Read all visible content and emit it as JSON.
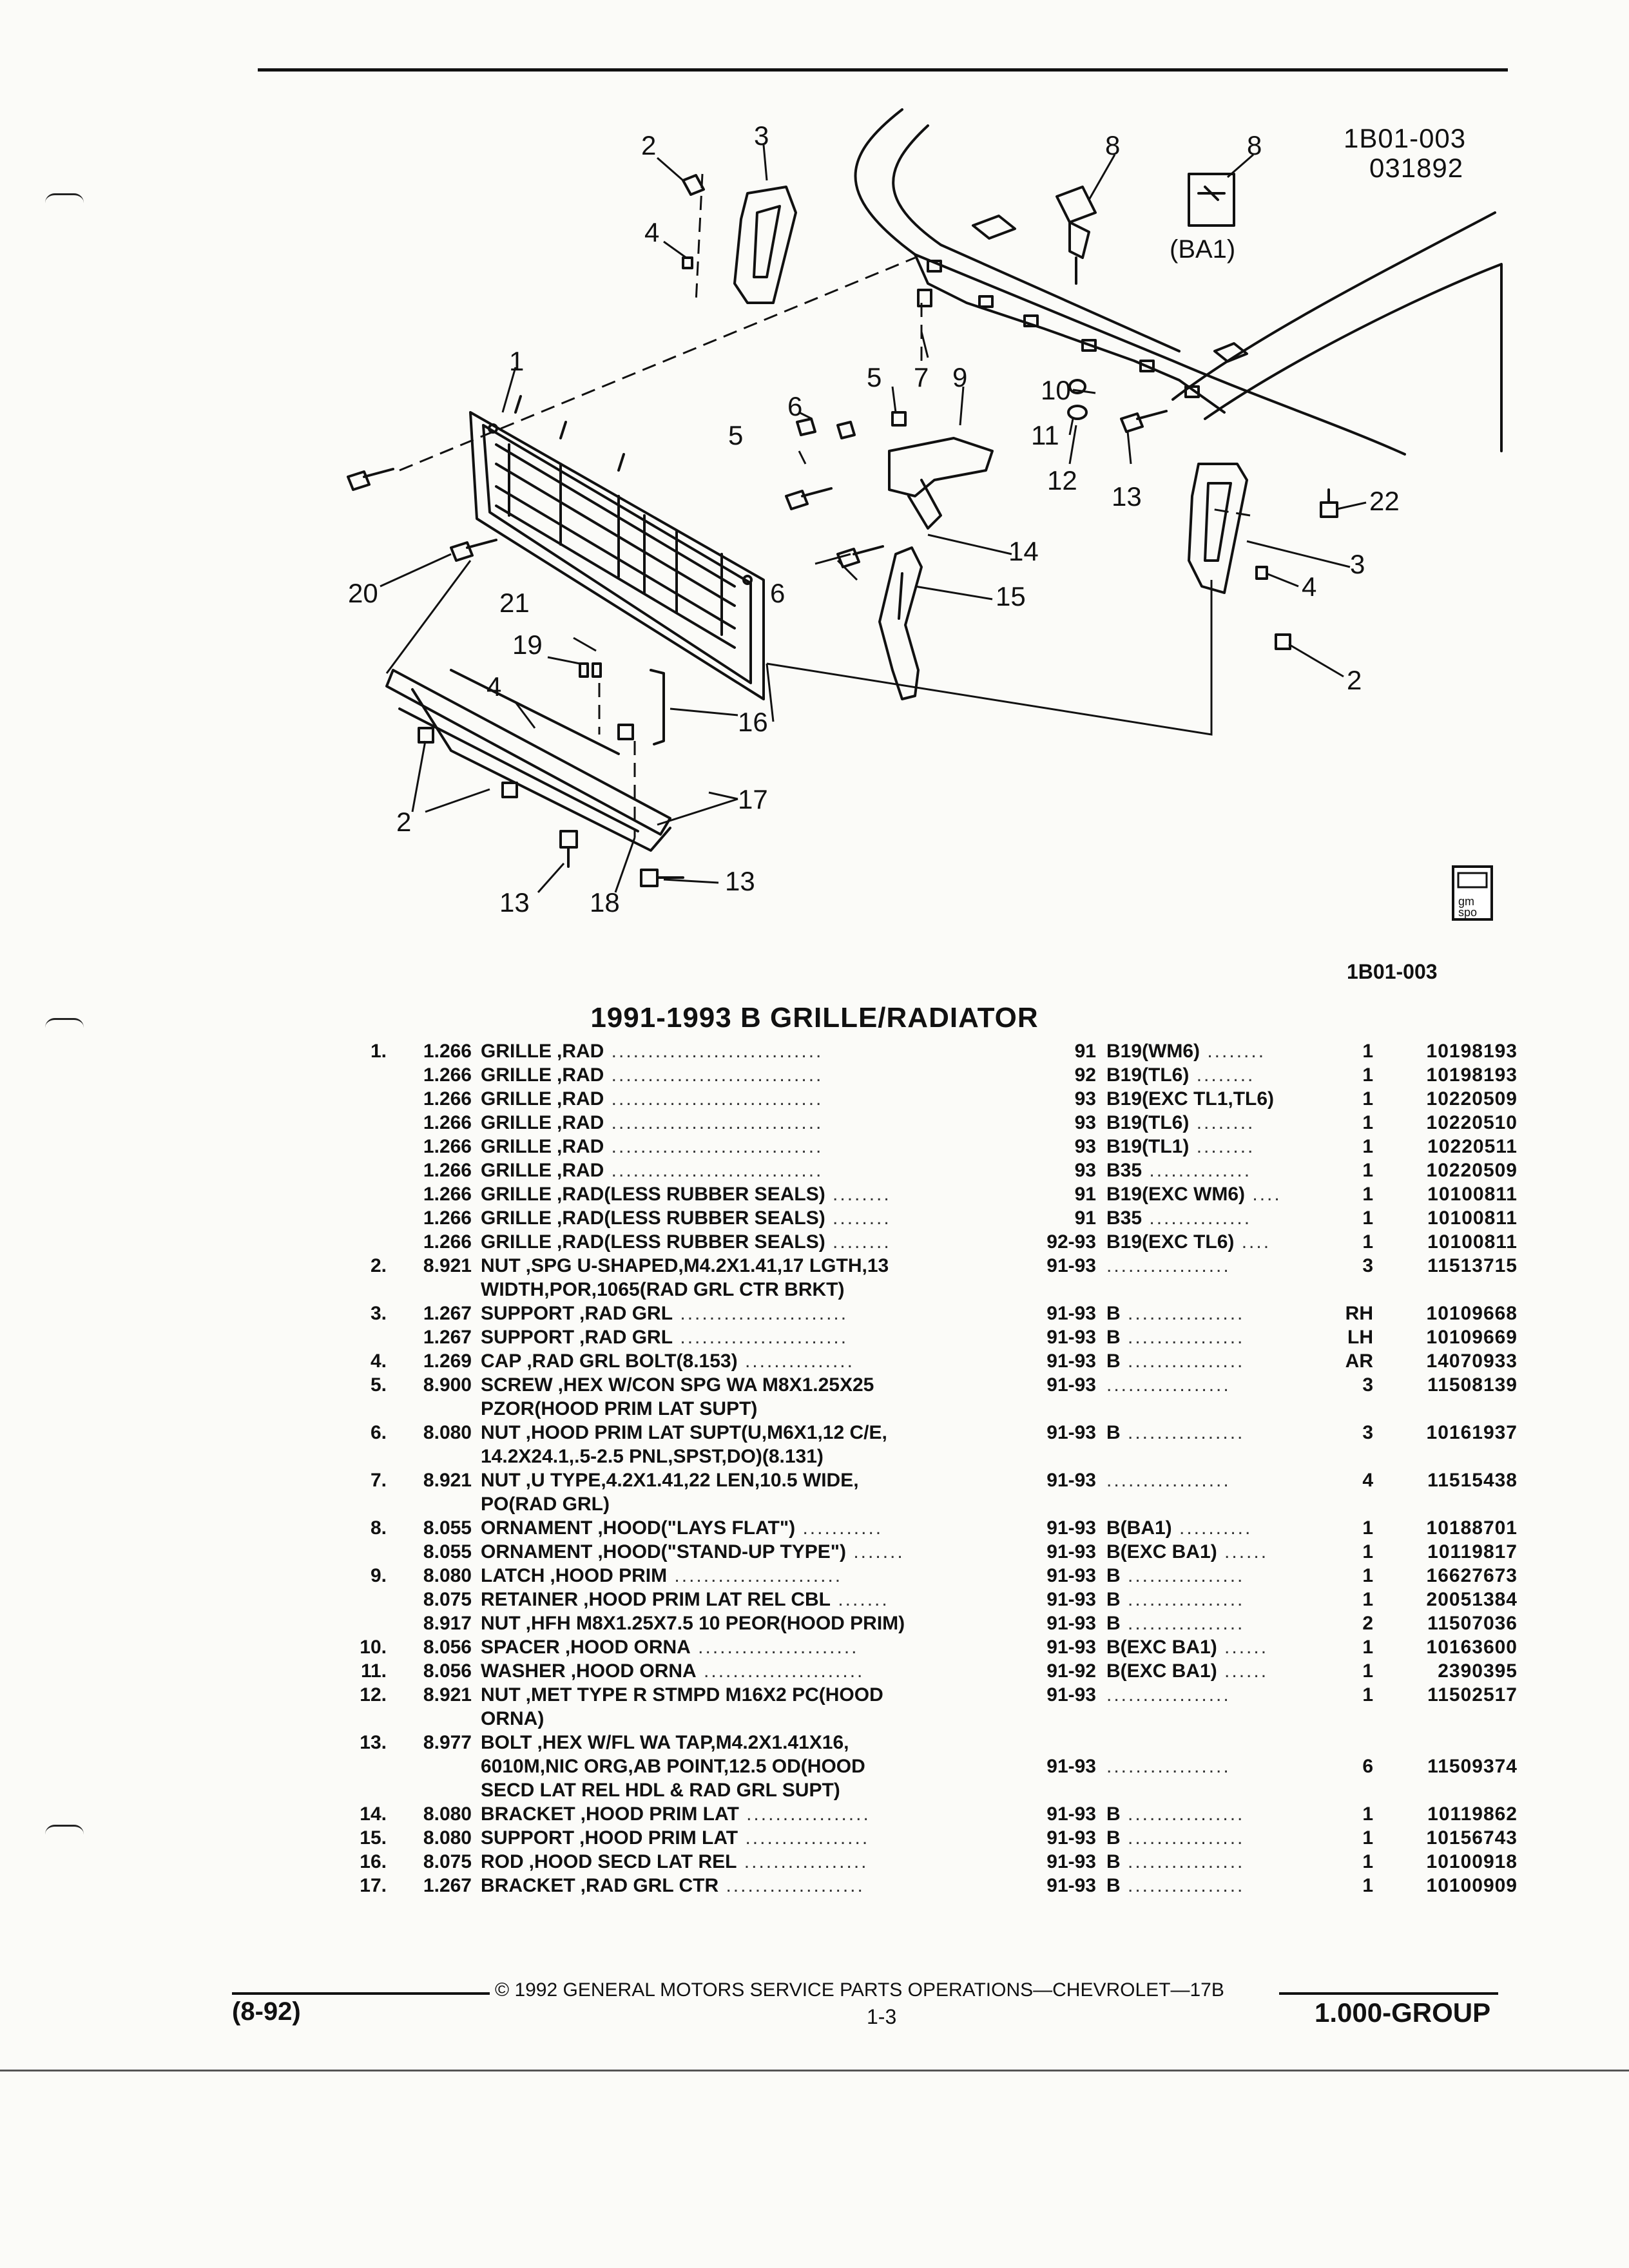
{
  "header": {
    "sheet_code": "1B01-003",
    "sheet_date": "031892",
    "option_tag": "(BA1)"
  },
  "figure": {
    "callouts": [
      "1",
      "2",
      "3",
      "4",
      "5",
      "6",
      "7",
      "8",
      "9",
      "10",
      "11",
      "12",
      "13",
      "14",
      "15",
      "16",
      "17",
      "18",
      "19",
      "20",
      "21",
      "22"
    ],
    "code": "1B01-003",
    "title": "1991-1993 B GRILLE/RADIATOR",
    "logo_text": "gm spo"
  },
  "parts": [
    {
      "ref": "1.",
      "grp": "1.266",
      "noun": "GRILLE",
      "desc": ",RAD",
      "dots": true,
      "yr": "91",
      "mdl": "B19(WM6)",
      "mdots": true,
      "qty": "1",
      "pn": "10198193"
    },
    {
      "ref": "",
      "grp": "1.266",
      "noun": "GRILLE",
      "desc": ",RAD",
      "dots": true,
      "yr": "92",
      "mdl": "B19(TL6)",
      "mdots": true,
      "qty": "1",
      "pn": "10198193"
    },
    {
      "ref": "",
      "grp": "1.266",
      "noun": "GRILLE",
      "desc": ",RAD",
      "dots": true,
      "yr": "93",
      "mdl": "B19(EXC TL1,TL6)",
      "mdots": false,
      "qty": "1",
      "pn": "10220509"
    },
    {
      "ref": "",
      "grp": "1.266",
      "noun": "GRILLE",
      "desc": ",RAD",
      "dots": true,
      "yr": "93",
      "mdl": "B19(TL6)",
      "mdots": true,
      "qty": "1",
      "pn": "10220510"
    },
    {
      "ref": "",
      "grp": "1.266",
      "noun": "GRILLE",
      "desc": ",RAD",
      "dots": true,
      "yr": "93",
      "mdl": "B19(TL1)",
      "mdots": true,
      "qty": "1",
      "pn": "10220511"
    },
    {
      "ref": "",
      "grp": "1.266",
      "noun": "GRILLE",
      "desc": ",RAD",
      "dots": true,
      "yr": "93",
      "mdl": "B35",
      "mdots": true,
      "qty": "1",
      "pn": "10220509"
    },
    {
      "ref": "",
      "grp": "1.266",
      "noun": "GRILLE",
      "desc": ",RAD(LESS RUBBER SEALS)",
      "dots": true,
      "yr": "91",
      "mdl": "B19(EXC WM6)",
      "mdots": true,
      "qty": "1",
      "pn": "10100811"
    },
    {
      "ref": "",
      "grp": "1.266",
      "noun": "GRILLE",
      "desc": ",RAD(LESS RUBBER SEALS)",
      "dots": true,
      "yr": "91",
      "mdl": "B35",
      "mdots": true,
      "qty": "1",
      "pn": "10100811"
    },
    {
      "ref": "",
      "grp": "1.266",
      "noun": "GRILLE",
      "desc": ",RAD(LESS RUBBER SEALS)",
      "dots": true,
      "yr": "92-93",
      "mdl": "B19(EXC TL6)",
      "mdots": true,
      "qty": "1",
      "pn": "10100811"
    },
    {
      "ref": "2.",
      "grp": "8.921",
      "noun": "NUT",
      "desc": ",SPG U-SHAPED,M4.2X1.41,17 LGTH,13",
      "dots": false,
      "yr": "91-93",
      "mdl": "",
      "mdots": true,
      "qty": "3",
      "pn": "11513715"
    },
    {
      "ref": "",
      "grp": "",
      "noun": "",
      "desc": "WIDTH,POR,1065(RAD GRL CTR BRKT)",
      "dots": false,
      "yr": "",
      "mdl": "",
      "mdots": false,
      "qty": "",
      "pn": ""
    },
    {
      "ref": "3.",
      "grp": "1.267",
      "noun": "SUPPORT",
      "desc": ",RAD GRL",
      "dots": true,
      "yr": "91-93",
      "mdl": "B",
      "mdots": true,
      "qty": "RH",
      "pn": "10109668"
    },
    {
      "ref": "",
      "grp": "1.267",
      "noun": "SUPPORT",
      "desc": ",RAD GRL",
      "dots": true,
      "yr": "91-93",
      "mdl": "B",
      "mdots": true,
      "qty": "LH",
      "pn": "10109669"
    },
    {
      "ref": "4.",
      "grp": "1.269",
      "noun": "CAP",
      "desc": ",RAD GRL BOLT(8.153)",
      "dots": true,
      "yr": "91-93",
      "mdl": "B",
      "mdots": true,
      "qty": "AR",
      "pn": "14070933"
    },
    {
      "ref": "5.",
      "grp": "8.900",
      "noun": "SCREW",
      "desc": ",HEX W/CON SPG WA M8X1.25X25",
      "dots": false,
      "yr": "91-93",
      "mdl": "",
      "mdots": true,
      "qty": "3",
      "pn": "11508139"
    },
    {
      "ref": "",
      "grp": "",
      "noun": "",
      "desc": "PZOR(HOOD PRIM LAT SUPT)",
      "dots": false,
      "yr": "",
      "mdl": "",
      "mdots": false,
      "qty": "",
      "pn": ""
    },
    {
      "ref": "6.",
      "grp": "8.080",
      "noun": "NUT",
      "desc": ",HOOD PRIM LAT SUPT(U,M6X1,12 C/E,",
      "dots": false,
      "yr": "91-93",
      "mdl": "B",
      "mdots": true,
      "qty": "3",
      "pn": "10161937"
    },
    {
      "ref": "",
      "grp": "",
      "noun": "",
      "desc": "14.2X24.1,.5-2.5 PNL,SPST,DO)(8.131)",
      "dots": false,
      "yr": "",
      "mdl": "",
      "mdots": false,
      "qty": "",
      "pn": ""
    },
    {
      "ref": "7.",
      "grp": "8.921",
      "noun": "NUT",
      "desc": ",U TYPE,4.2X1.41,22 LEN,10.5 WIDE,",
      "dots": false,
      "yr": "91-93",
      "mdl": "",
      "mdots": true,
      "qty": "4",
      "pn": "11515438"
    },
    {
      "ref": "",
      "grp": "",
      "noun": "",
      "desc": "PO(RAD GRL)",
      "dots": false,
      "yr": "",
      "mdl": "",
      "mdots": false,
      "qty": "",
      "pn": ""
    },
    {
      "ref": "8.",
      "grp": "8.055",
      "noun": "ORNAMENT",
      "desc": ",HOOD(\"LAYS FLAT\")",
      "dots": true,
      "yr": "91-93",
      "mdl": "B(BA1)",
      "mdots": true,
      "qty": "1",
      "pn": "10188701"
    },
    {
      "ref": "",
      "grp": "8.055",
      "noun": "ORNAMENT",
      "desc": ",HOOD(\"STAND-UP TYPE\")",
      "dots": true,
      "yr": "91-93",
      "mdl": "B(EXC BA1)",
      "mdots": true,
      "qty": "1",
      "pn": "10119817"
    },
    {
      "ref": "9.",
      "grp": "8.080",
      "noun": "LATCH",
      "desc": ",HOOD PRIM",
      "dots": true,
      "yr": "91-93",
      "mdl": "B",
      "mdots": true,
      "qty": "1",
      "pn": "16627673"
    },
    {
      "ref": "",
      "grp": "8.075",
      "noun": "RETAINER",
      "desc": ",HOOD PRIM LAT REL CBL",
      "dots": true,
      "yr": "91-93",
      "mdl": "B",
      "mdots": true,
      "qty": "1",
      "pn": "20051384"
    },
    {
      "ref": "",
      "grp": "8.917",
      "noun": "NUT",
      "desc": ",HFH M8X1.25X7.5 10 PEOR(HOOD PRIM)",
      "dots": false,
      "yr": "91-93",
      "mdl": "B",
      "mdots": true,
      "qty": "2",
      "pn": "11507036"
    },
    {
      "ref": "10.",
      "grp": "8.056",
      "noun": "SPACER",
      "desc": ",HOOD ORNA",
      "dots": true,
      "yr": "91-93",
      "mdl": "B(EXC BA1)",
      "mdots": true,
      "qty": "1",
      "pn": "10163600"
    },
    {
      "ref": "11.",
      "grp": "8.056",
      "noun": "WASHER",
      "desc": ",HOOD ORNA",
      "dots": true,
      "yr": "91-92",
      "mdl": "B(EXC BA1)",
      "mdots": true,
      "qty": "1",
      "pn": "2390395"
    },
    {
      "ref": "12.",
      "grp": "8.921",
      "noun": "NUT",
      "desc": ",MET TYPE R STMPD M16X2 PC(HOOD",
      "dots": false,
      "yr": "91-93",
      "mdl": "",
      "mdots": true,
      "qty": "1",
      "pn": "11502517"
    },
    {
      "ref": "",
      "grp": "",
      "noun": "",
      "desc": "ORNA)",
      "dots": false,
      "yr": "",
      "mdl": "",
      "mdots": false,
      "qty": "",
      "pn": ""
    },
    {
      "ref": "13.",
      "grp": "8.977",
      "noun": "BOLT",
      "desc": ",HEX W/FL WA TAP,M4.2X1.41X16,",
      "dots": false,
      "yr": "",
      "mdl": "",
      "mdots": false,
      "qty": "",
      "pn": ""
    },
    {
      "ref": "",
      "grp": "",
      "noun": "",
      "desc": "6010M,NIC ORG,AB POINT,12.5 OD(HOOD",
      "dots": false,
      "yr": "91-93",
      "mdl": "",
      "mdots": true,
      "qty": "6",
      "pn": "11509374"
    },
    {
      "ref": "",
      "grp": "",
      "noun": "",
      "desc": "SECD LAT REL HDL & RAD GRL SUPT)",
      "dots": false,
      "yr": "",
      "mdl": "",
      "mdots": false,
      "qty": "",
      "pn": ""
    },
    {
      "ref": "14.",
      "grp": "8.080",
      "noun": "BRACKET",
      "desc": ",HOOD PRIM LAT",
      "dots": true,
      "yr": "91-93",
      "mdl": "B",
      "mdots": true,
      "qty": "1",
      "pn": "10119862"
    },
    {
      "ref": "15.",
      "grp": "8.080",
      "noun": "SUPPORT",
      "desc": ",HOOD PRIM LAT",
      "dots": true,
      "yr": "91-93",
      "mdl": "B",
      "mdots": true,
      "qty": "1",
      "pn": "10156743"
    },
    {
      "ref": "16.",
      "grp": "8.075",
      "noun": "ROD",
      "desc": ",HOOD SECD LAT REL",
      "dots": true,
      "yr": "91-93",
      "mdl": "B",
      "mdots": true,
      "qty": "1",
      "pn": "10100918"
    },
    {
      "ref": "17.",
      "grp": "1.267",
      "noun": "BRACKET",
      "desc": ",RAD GRL CTR",
      "dots": true,
      "yr": "91-93",
      "mdl": "B",
      "mdots": true,
      "qty": "1",
      "pn": "10100909"
    }
  ],
  "footer": {
    "copyright": "© 1992 GENERAL MOTORS SERVICE PARTS OPERATIONS—CHEVROLET—17B",
    "date_code": "(8-92)",
    "page": "1-3",
    "group": "1.000-GROUP"
  }
}
